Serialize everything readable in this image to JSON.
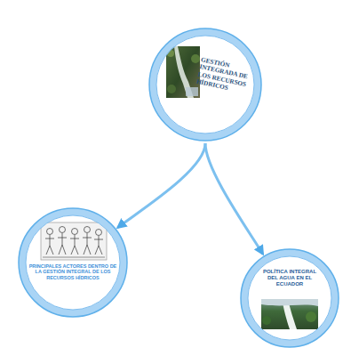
{
  "diagram": {
    "nodes": [
      {
        "text": [
          "GESTIÓN INTEGRADA DE LOS RECURSOS HÍDRICOS"
        ]
      },
      {
        "text": [
          "PRINCIPALES ACTORES DENTRO DE LA GESTIÓN INTEGRAL DE LOS RECURSOS HÍDRICOS"
        ]
      },
      {
        "text": [
          "POLÍTICA INTEGRAL DEL AGUA EN EL ECUADOR"
        ]
      }
    ],
    "edges": [
      {
        "from": 0,
        "to": 1,
        "arrow": "to"
      },
      {
        "from": 0,
        "to": 2,
        "arrow": "to"
      }
    ]
  }
}
